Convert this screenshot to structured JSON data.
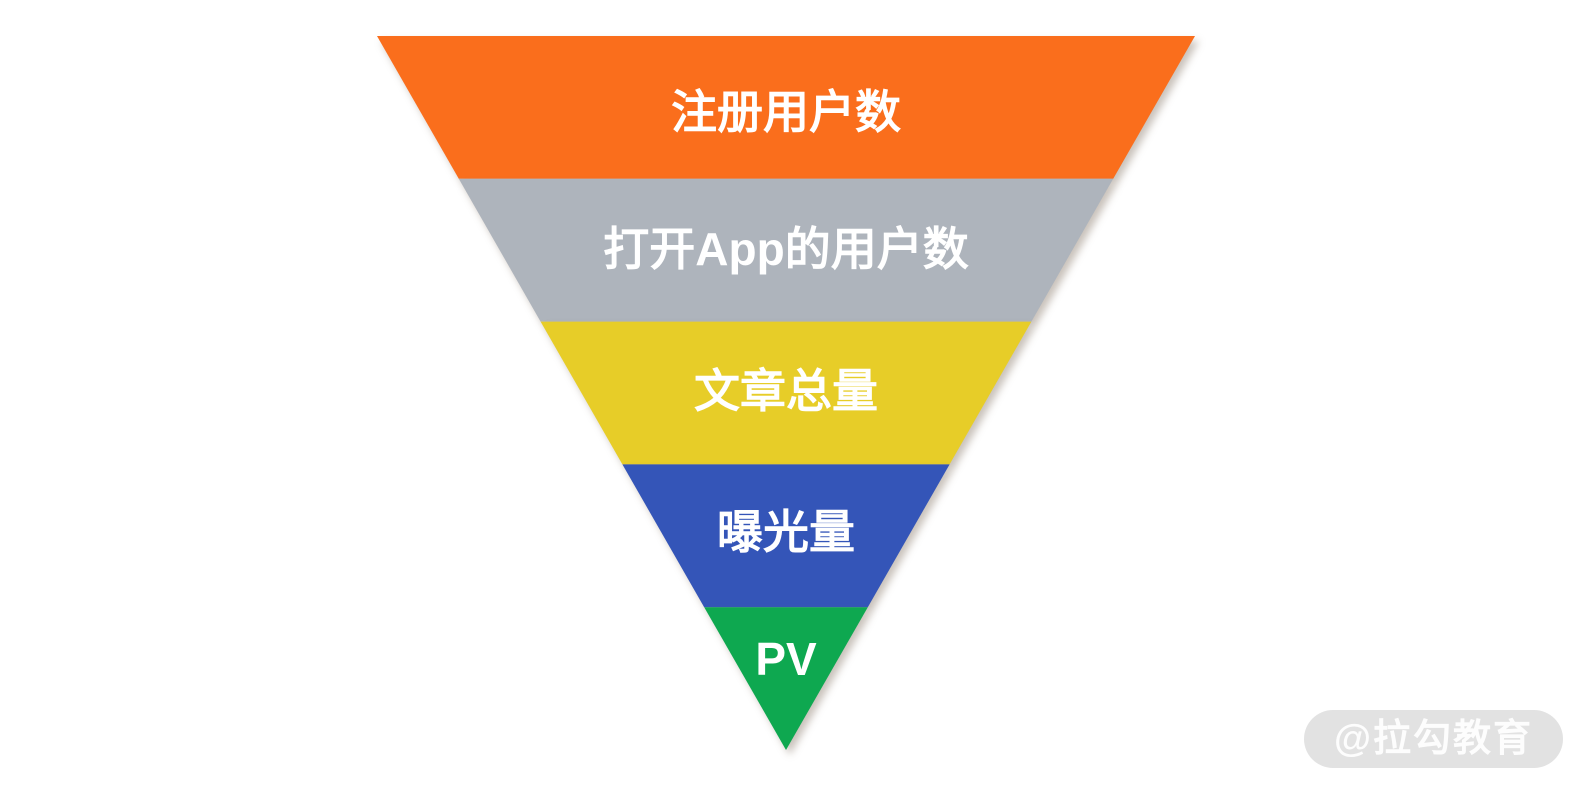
{
  "page": {
    "background_color": "#ffffff",
    "text_color": "#ffffff"
  },
  "chart_data": {
    "type": "funnel",
    "orientation": "inverted-pyramid",
    "layers": [
      {
        "label": "注册用户数",
        "color": "#FA6E1C"
      },
      {
        "label": "打开App的用户数",
        "color": "#AEB4BC"
      },
      {
        "label": "文章总量",
        "color": "#E7CD28"
      },
      {
        "label": "曝光量",
        "color": "#3455B8"
      },
      {
        "label": "PV",
        "color": "#0EA850"
      }
    ]
  },
  "watermark": {
    "text": "@拉勾教育"
  }
}
